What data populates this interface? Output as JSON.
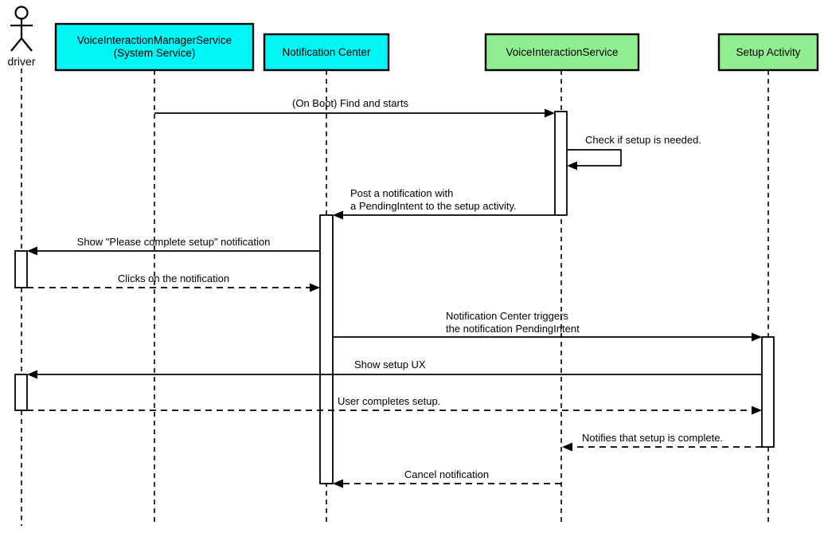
{
  "colors": {
    "system_service_fill": "#00F5F5",
    "app_component_fill": "#90EE90",
    "line_color": "#000000",
    "background": "#FFFFFF"
  },
  "participants": {
    "driver": {
      "label": "driver",
      "type": "actor"
    },
    "voice_interaction_manager_service": {
      "label_line1": "VoiceInteractionManagerService",
      "label_line2": "(System Service)"
    },
    "notification_center": {
      "label": "Notification Center"
    },
    "voice_interaction_service": {
      "label": "VoiceInteractionService"
    },
    "setup_activity": {
      "label": "Setup Activity"
    }
  },
  "messages": {
    "boot_find_starts": {
      "text": "(On Boot) Find and starts",
      "from": "voice_interaction_manager_service",
      "to": "voice_interaction_service",
      "style": "solid"
    },
    "check_setup": {
      "text": "Check if setup is needed.",
      "from": "voice_interaction_service",
      "to": "voice_interaction_service",
      "style": "solid-self"
    },
    "post_notification": {
      "line1": "Post a notification with",
      "line2": "a PendingIntent to the setup activity.",
      "from": "voice_interaction_service",
      "to": "notification_center",
      "style": "solid"
    },
    "show_notification": {
      "text": "Show \"Please complete setup\" notification",
      "from": "notification_center",
      "to": "driver",
      "style": "solid"
    },
    "clicks_notification": {
      "text": "Clicks on the notification",
      "from": "driver",
      "to": "notification_center",
      "style": "dashed"
    },
    "trigger_pending_intent": {
      "line1": "Notification Center triggers",
      "line2": "the notification PendingIntent",
      "from": "notification_center",
      "to": "setup_activity",
      "style": "solid"
    },
    "show_setup_ux": {
      "text": "Show setup UX",
      "from": "setup_activity",
      "to": "driver",
      "style": "solid"
    },
    "user_completes_setup": {
      "text": "User completes setup.",
      "from": "driver",
      "to": "setup_activity",
      "style": "dashed"
    },
    "notifies_setup_complete": {
      "text": "Notifies that setup is complete.",
      "from": "setup_activity",
      "to": "voice_interaction_service",
      "style": "dashed"
    },
    "cancel_notification": {
      "text": "Cancel notification",
      "from": "voice_interaction_service",
      "to": "notification_center",
      "style": "dashed"
    }
  }
}
